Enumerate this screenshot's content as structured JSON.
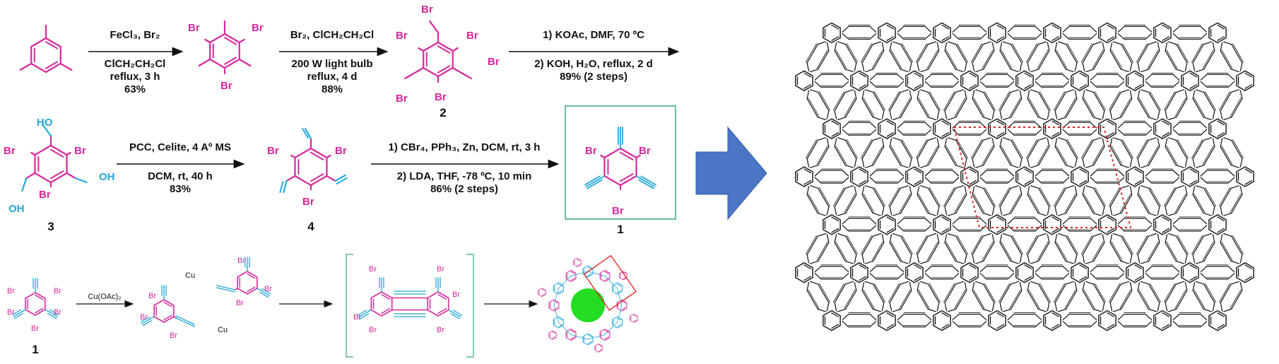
{
  "colors": {
    "magenta": "#d6289d",
    "cyan": "#21a7d8",
    "teal_box": "#3aa57a",
    "arrow_blue": "#4a76c5",
    "dotted_red": "#e02020",
    "green_dot": "#22dd22",
    "bond": "#111111"
  },
  "atoms": {
    "Br": "Br",
    "OH": "OH",
    "HO": "HO",
    "Cu": "Cu"
  },
  "reagents": {
    "step1": {
      "line1": "FeCl₃, Br₂",
      "line2": "ClCH₂CH₂Cl",
      "line3": "reflux, 3 h",
      "line4": "63%"
    },
    "step2": {
      "line1": "Br₂, ClCH₂CH₂Cl",
      "line2": "200 W light bulb",
      "line3": "reflux, 4 d",
      "line4": "88%"
    },
    "step3": {
      "line1": "1) KOAc, DMF, 70 ºC",
      "line2": "2) KOH, H₂O, reflux, 2 d",
      "line3": "89% (2 steps)"
    },
    "step4": {
      "line1": "PCC, Celite, 4 Aº MS",
      "line2": "DCM, rt, 40 h",
      "line3": "83%"
    },
    "step5": {
      "line1": "1) CBr₄, PPh₃, Zn, DCM, rt, 3 h",
      "line2": "2) LDA, THF, -78 ºC, 10 min",
      "line3": "86% (2 steps)"
    },
    "step6": {
      "line1": "Cu(OAc)₂"
    }
  },
  "compounds": {
    "c1": "1",
    "c2": "2",
    "c3": "3",
    "c4": "4",
    "c1b": "1"
  }
}
